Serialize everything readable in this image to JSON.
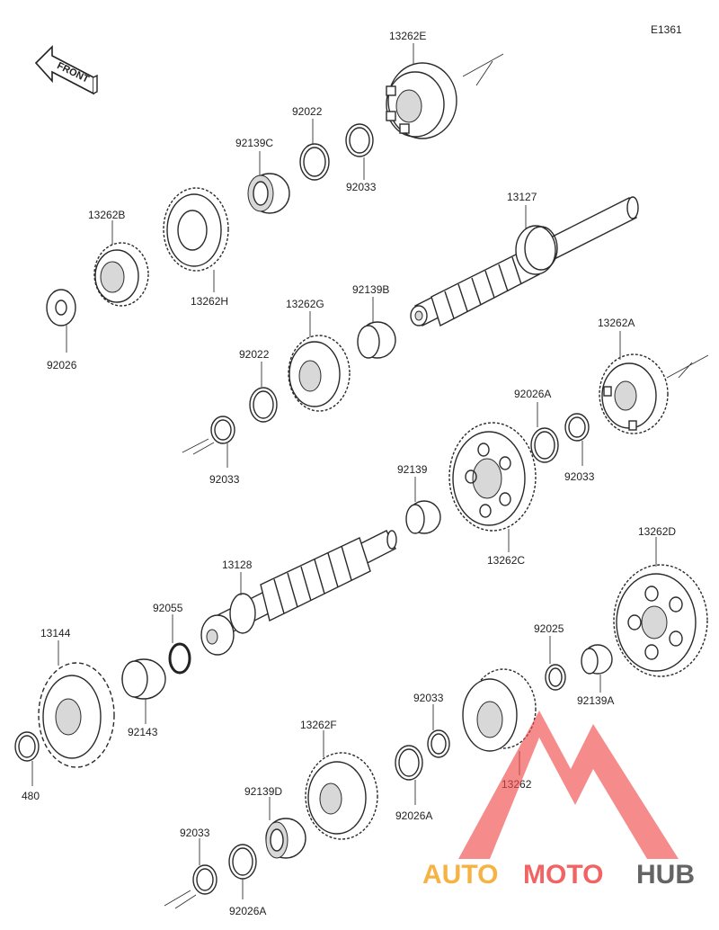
{
  "diagram_code": "E1361",
  "front_label": "FRONT",
  "watermark": {
    "part1": "AUTO",
    "part2": "MOTO",
    "part3": "HUB",
    "color_red": "#f04a4a",
    "color_orange": "#f5a623",
    "color_dark": "#4a4a4a"
  },
  "labels": {
    "l_13262E": "13262E",
    "l_92022a": "92022",
    "l_92139C": "92139C",
    "l_92033a": "92033",
    "l_13262B": "13262B",
    "l_13262H": "13262H",
    "l_92026": "92026",
    "l_13127": "13127",
    "l_13262G": "13262G",
    "l_92139B": "92139B",
    "l_92022b": "92022",
    "l_92033b": "92033",
    "l_13262A": "13262A",
    "l_92026Aa": "92026A",
    "l_92033c": "92033",
    "l_92139": "92139",
    "l_13262C": "13262C",
    "l_13128": "13128",
    "l_92055": "92055",
    "l_13144": "13144",
    "l_92143": "92143",
    "l_480": "480",
    "l_13262D": "13262D",
    "l_92025": "92025",
    "l_92139A": "92139A",
    "l_92033d": "92033",
    "l_13262": "13262",
    "l_13262F": "13262F",
    "l_92139D": "92139D",
    "l_92026Ab": "92026A",
    "l_92033e": "92033",
    "l_92026Ac": "92026A"
  }
}
